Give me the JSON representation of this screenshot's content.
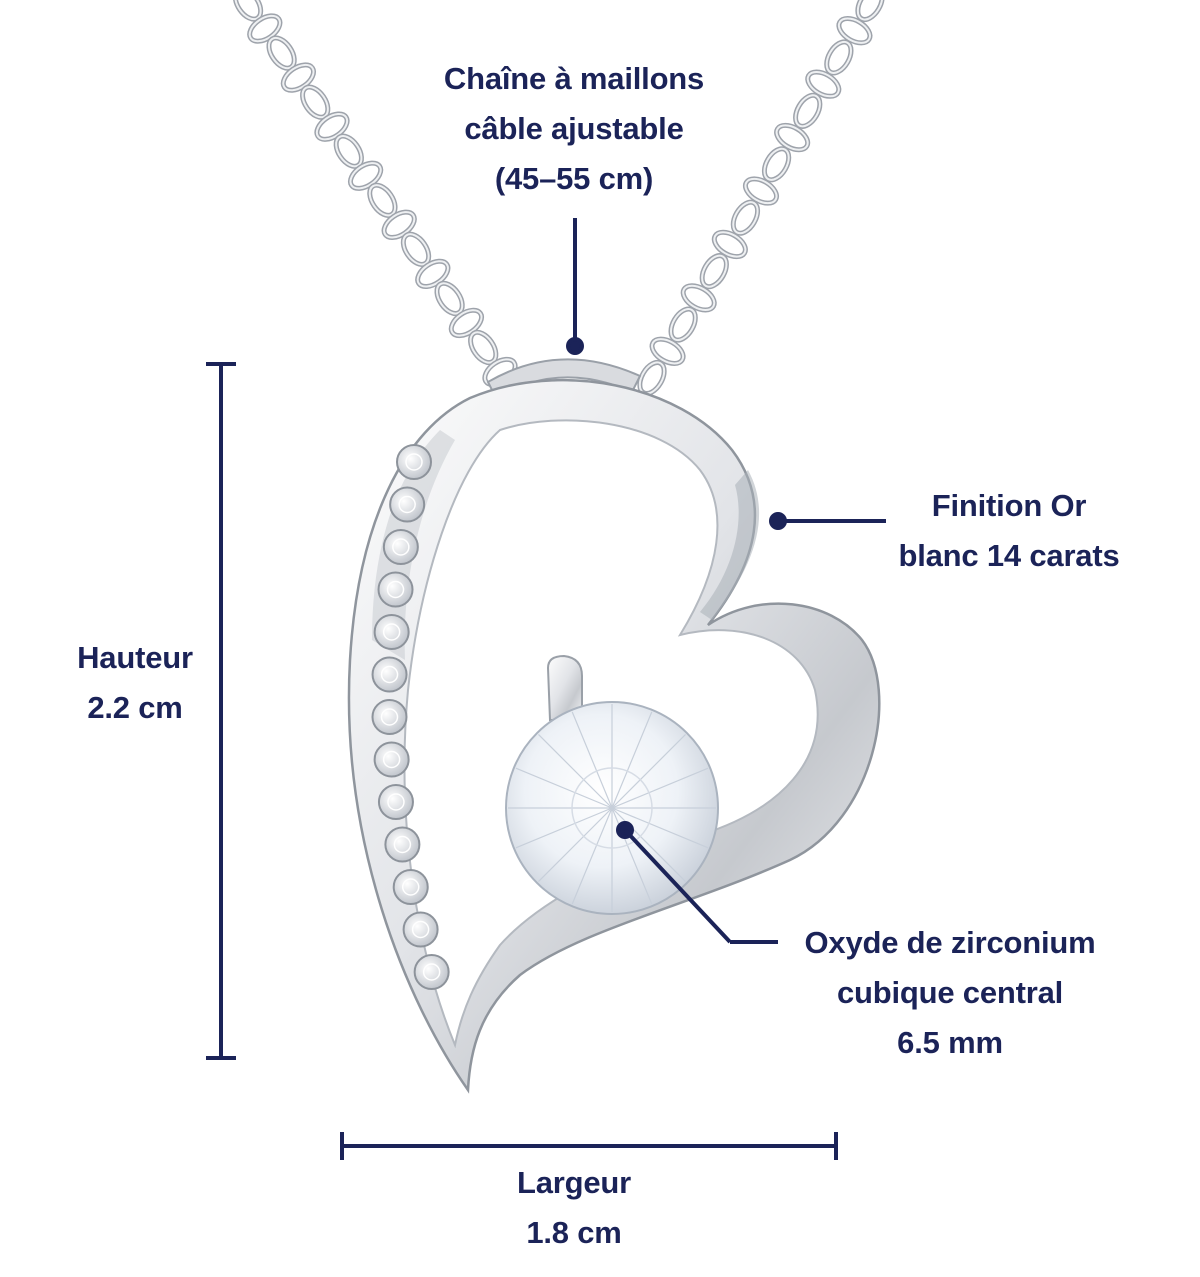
{
  "colors": {
    "annotation": "#1b2358",
    "metal": "#e4e6ea",
    "stone": "#f3f6fa"
  },
  "annotations": {
    "chain": {
      "lines": [
        "Chaîne à maillons",
        "câble ajustable",
        "(45–55 cm)"
      ]
    },
    "finish": {
      "lines": [
        "Finition Or",
        "blanc 14 carats"
      ]
    },
    "height": {
      "lines": [
        "Hauteur",
        "2.2 cm"
      ]
    },
    "stone": {
      "lines": [
        "Oxyde de zirconium",
        "cubique central",
        "6.5 mm"
      ]
    },
    "width": {
      "lines": [
        "Largeur",
        "1.8 cm"
      ]
    }
  }
}
